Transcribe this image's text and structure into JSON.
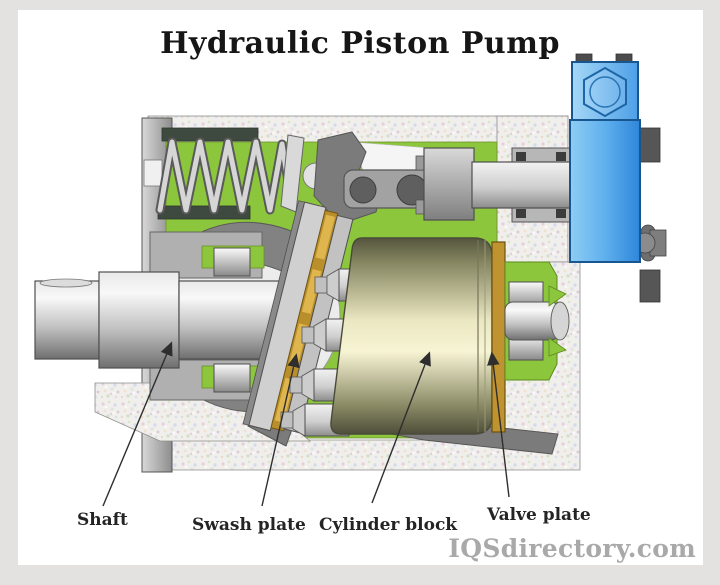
{
  "title": "Hydraulic Piston Pump",
  "watermark": "IQSdirectory.com",
  "labels": [
    {
      "id": "shaft",
      "text": "Shaft"
    },
    {
      "id": "swash-plate",
      "text": "Swash plate"
    },
    {
      "id": "cylinder-block",
      "text": "Cylinder block"
    },
    {
      "id": "valve-plate",
      "text": "Valve plate"
    }
  ],
  "parts": [
    "housing-casting",
    "return-spring",
    "drive-shaft",
    "shaft-bearing",
    "swash-plate",
    "pistons",
    "cylinder-block",
    "valve-plate",
    "end-bearing",
    "control-piston",
    "compensator-valve-block"
  ],
  "colors": {
    "housing_green": "#8cc63c",
    "valve_block_blue": "#58a9ec",
    "brass_gold": "#bf9330",
    "cylinder_block_tan": "#f2efcc",
    "metal_gray": "#b5b5b5",
    "casting_speckle_base": "#f1efec",
    "frame_gray": "#e3e2e0",
    "label_ink": "#242424",
    "watermark_gray": "#a9a9a9"
  }
}
